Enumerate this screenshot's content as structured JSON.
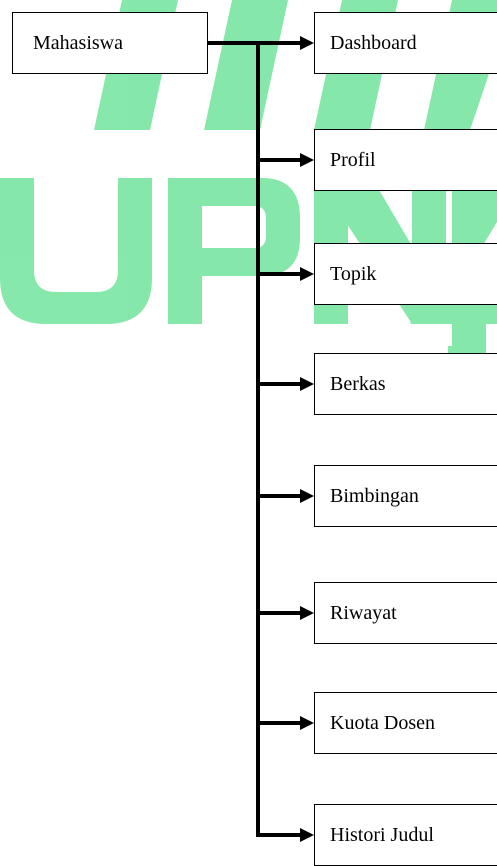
{
  "watermark": {
    "text": "UPNJ",
    "color": "#5ee08f"
  },
  "diagram": {
    "root": {
      "label": "Mahasiswa"
    },
    "children": [
      {
        "label": "Dashboard"
      },
      {
        "label": "Profil"
      },
      {
        "label": "Topik"
      },
      {
        "label": "Berkas"
      },
      {
        "label": "Bimbingan"
      },
      {
        "label": "Riwayat"
      },
      {
        "label": "Kuota Dosen"
      },
      {
        "label": "Histori Judul"
      }
    ],
    "line_color": "#000000"
  }
}
